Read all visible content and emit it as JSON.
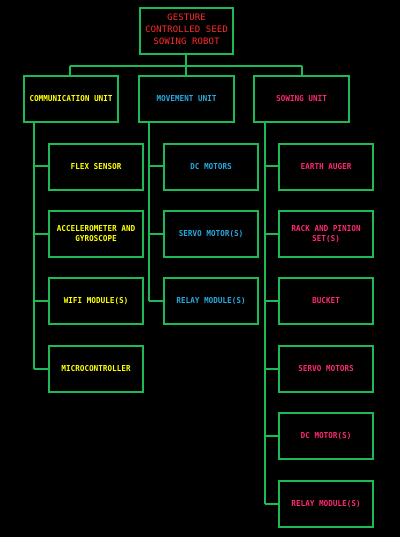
{
  "diagram": {
    "root": "GESTURE CONTROLLED SEED SOWING ROBOT",
    "branches": [
      {
        "label": "COMMUNICATION UNIT",
        "color": "#ffff00",
        "items": [
          "FLEX SENSOR",
          "ACCELEROMETER AND GYROSCOPE",
          "WIFI MODULE(S)",
          "MICROCONTROLLER"
        ]
      },
      {
        "label": "MOVEMENT UNIT",
        "color": "#29a9e0",
        "items": [
          "DC MOTORS",
          "SERVO MOTOR(S)",
          "RELAY MODULE(S)"
        ]
      },
      {
        "label": "SOWING UNIT",
        "color": "#ff2a6d",
        "items": [
          "EARTH AUGER",
          "RACK AND PINION SET(S)",
          "BUCKET",
          "SERVO MOTORS",
          "DC MOTOR(S)",
          "RELAY MODULE(S)"
        ]
      }
    ],
    "line_color": "#1db954",
    "root_color": "#ff2a2a"
  }
}
